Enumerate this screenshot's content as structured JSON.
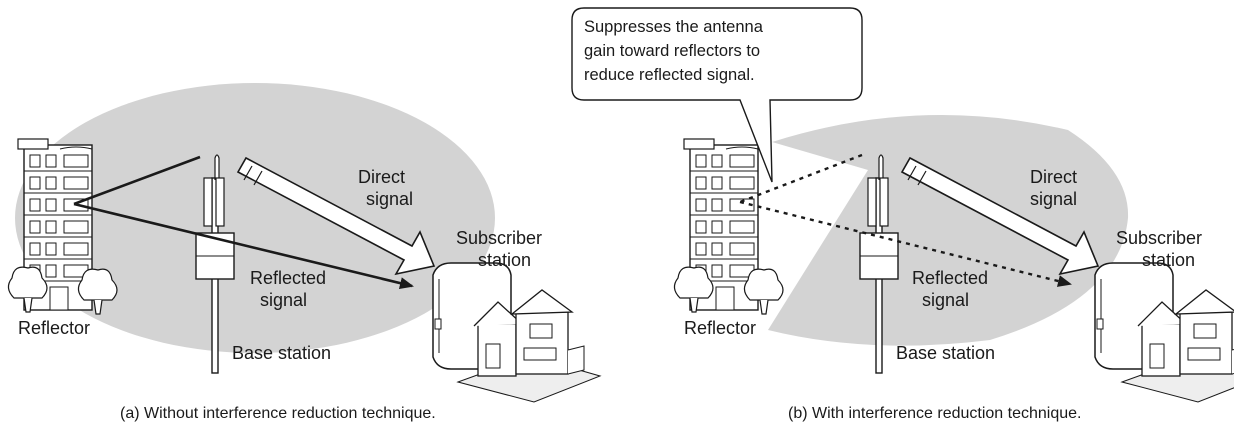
{
  "panel_a": {
    "direct_label": [
      "Direct",
      "signal"
    ],
    "reflected_label": [
      "Reflected",
      "signal"
    ],
    "subscriber_label": [
      "Subscriber",
      "station"
    ],
    "reflector_label": "Reflector",
    "base_station_label": "Base station",
    "caption": "(a) Without interference reduction technique."
  },
  "panel_b": {
    "callout_lines": [
      "Suppresses the antenna",
      "gain toward reflectors to",
      "reduce reflected signal."
    ],
    "direct_label": [
      "Direct",
      "signal"
    ],
    "reflected_label": [
      "Reflected",
      "signal"
    ],
    "subscriber_label": [
      "Subscriber",
      "station"
    ],
    "reflector_label": "Reflector",
    "base_station_label": "Base station",
    "caption": "(b) With interference reduction technique."
  },
  "colors": {
    "coverage": "#d3d3d3",
    "arrow_fill": "#ffffff",
    "line": "#1a1a1a"
  },
  "icons": [
    "building-icon",
    "tree-icon",
    "antenna-mast-icon",
    "subscriber-unit-icon",
    "house-icon"
  ]
}
